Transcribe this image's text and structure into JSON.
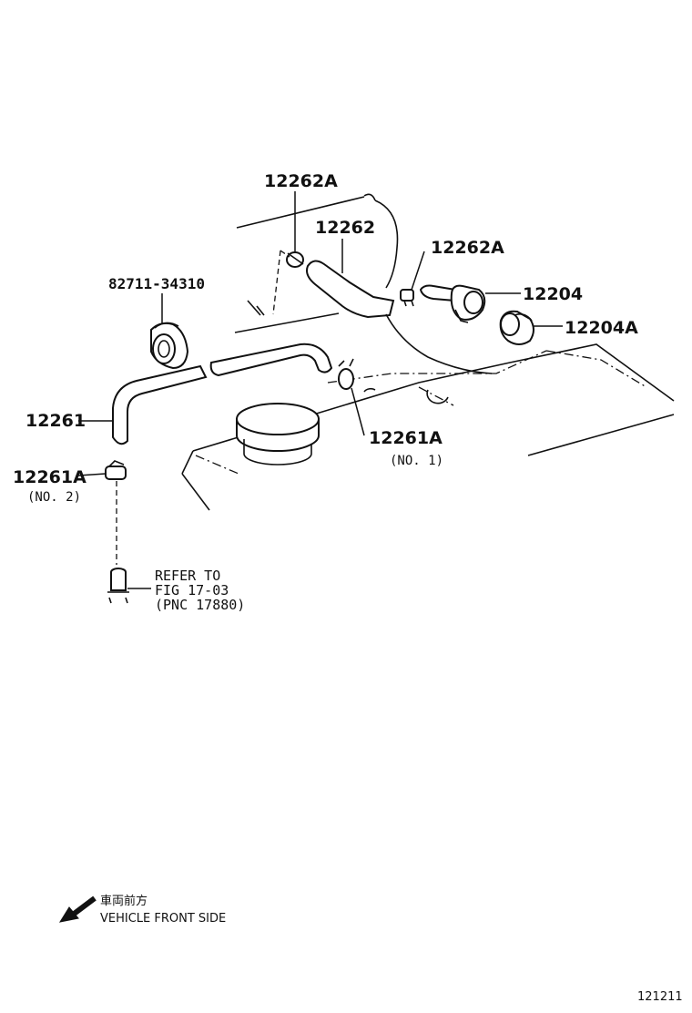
{
  "labels": {
    "hose_clamp_upper": "12262A",
    "hose_upper": "12262",
    "hose_clamp_right": "12262A",
    "pcv_valve": "12204",
    "grommet": "12204A",
    "clip": "82711-34310",
    "hose_lower": "12261",
    "hose_clamp_no1": "12261A",
    "hose_clamp_no1_note": "(NO. 1)",
    "hose_clamp_no2": "12261A",
    "hose_clamp_no2_note": "(NO. 2)"
  },
  "reference": {
    "line1": "REFER TO",
    "line2": "FIG 17-03",
    "line3": "(PNC 17880)"
  },
  "direction": {
    "japanese": "車両前方",
    "english": "VEHICLE FRONT SIDE",
    "icon": "arrow-down-left-icon"
  },
  "figure_number": "121211"
}
